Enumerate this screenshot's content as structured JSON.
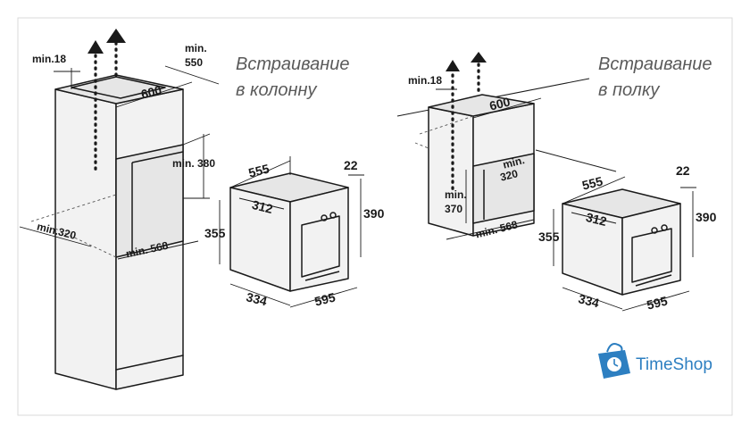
{
  "left_install": {
    "title_line1": "Встраивание",
    "title_line2": "в колонну",
    "dims": {
      "min18": "min.18",
      "min550_a": "min.",
      "min550_b": "550",
      "w600": "600",
      "min380": "min. 380",
      "min320": "min.320",
      "min568": "min. 568"
    }
  },
  "left_oven": {
    "d555": "555",
    "d22": "22",
    "d312": "312",
    "d390": "390",
    "d355": "355",
    "d334": "334",
    "d595": "595"
  },
  "right_install": {
    "title_line1": "Встраивание",
    "title_line2": "в полку",
    "dims": {
      "min18": "min.18",
      "w600": "600",
      "min320_a": "min.",
      "min320_b": "320",
      "min370_a": "min.",
      "min370_b": "370",
      "min568": "min. 568"
    }
  },
  "right_oven": {
    "d555": "555",
    "d22": "22",
    "d312": "312",
    "d390": "390",
    "d355": "355",
    "d334": "334",
    "d595": "595"
  },
  "brand": {
    "name": "TimeShop",
    "color": "#2d7fc1",
    "icon": "shopping-bag-clock-icon"
  }
}
